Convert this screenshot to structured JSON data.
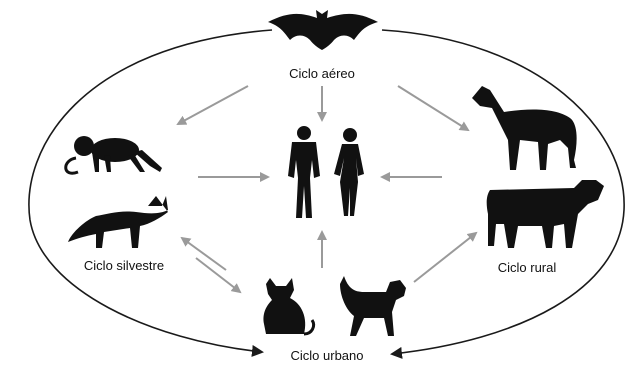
{
  "labels": {
    "aereo": "Ciclo aéreo",
    "silvestre": "Ciclo silvestre",
    "rural": "Ciclo rural",
    "urbano": "Ciclo urbano"
  },
  "icons": [
    "bat-icon",
    "monkey-icon",
    "fox-icon",
    "humans-icon",
    "horse-icon",
    "cow-icon",
    "cat-icon",
    "dog-icon"
  ],
  "colors": {
    "silhouette": "#111111",
    "arrow": "#9a9a9a",
    "cycle": "#1a1a1a"
  }
}
